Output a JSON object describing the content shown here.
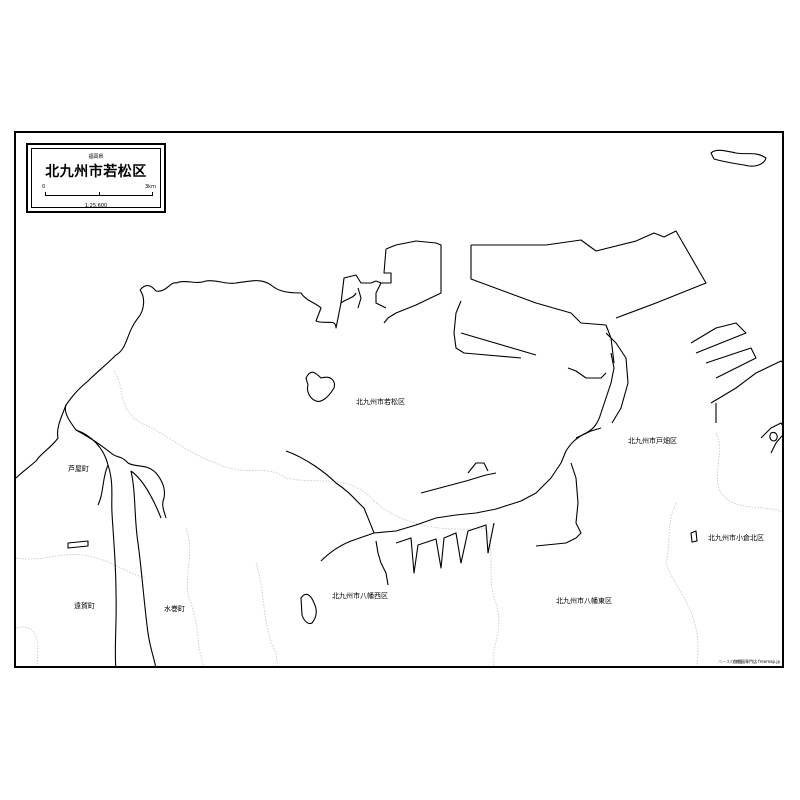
{
  "title": {
    "prefecture": "福岡県",
    "name": "北九州市若松区",
    "scale_start": "0",
    "scale_end": "3km",
    "ratio": "1:25,600"
  },
  "labels": {
    "wakamatsu": "北九州市若松区",
    "tobata": "北九州市戸畑区",
    "kokurakita": "北九州市小倉北区",
    "yahatanishi": "北九州市八幡西区",
    "yahatahigashi": "北九州市八幡東区",
    "ashiya": "芦屋町",
    "onga": "遠賀町",
    "mizumaki": "水巻町"
  },
  "footer": {
    "source": "ベースの地図",
    "site": "白地図専門店 freemap.jp"
  },
  "colors": {
    "coastline": "#000000",
    "boundary": "#c8c8c8",
    "background": "#ffffff"
  }
}
